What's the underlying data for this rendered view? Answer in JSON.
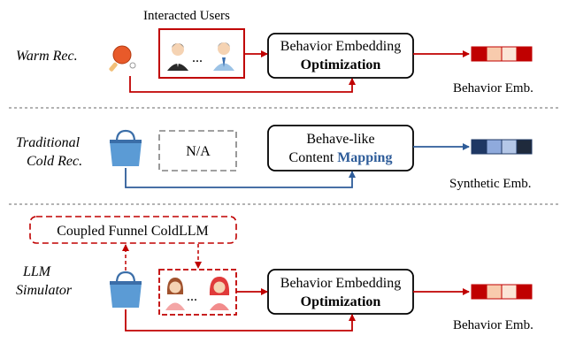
{
  "colors": {
    "red": "#c00000",
    "blue": "#2e5c99",
    "gray": "#808080",
    "black": "#000000"
  },
  "warm": {
    "title": "Warm Rec.",
    "interacted_users_label": "Interacted Users",
    "ellipsis": "...",
    "box_line1": "Behavior Embedding",
    "box_line2": "Optimization",
    "output_label": "Behavior Emb.",
    "item_icon": "ping-pong-paddle-icon",
    "user_icons": [
      "man-user-icon",
      "businessman-user-icon"
    ],
    "embedding_colors": [
      "#c00000",
      "#f8cbad",
      "#fbe5d6",
      "#c00000"
    ]
  },
  "cold": {
    "title_line1": "Traditional",
    "title_line2": "Cold Rec.",
    "na_label": "N/A",
    "box_line1": "Behave-like",
    "box_line2_plain": "Content",
    "box_line2_bold": "Mapping",
    "output_label": "Synthetic Emb.",
    "item_icon": "shopping-bag-icon",
    "embedding_colors": [
      "#1f3864",
      "#8faadc",
      "#b4c7e7",
      "#1f2a3c"
    ]
  },
  "llm": {
    "title_line1": "LLM",
    "title_line2": "Simulator",
    "coldllm_label": "Coupled Funnel ColdLLM",
    "ellipsis": "...",
    "box_line1": "Behavior Embedding",
    "box_line2": "Optimization",
    "output_label": "Behavior Emb.",
    "item_icon": "shopping-bag-icon",
    "user_icons": [
      "woman-user-icon",
      "girl-user-icon"
    ],
    "embedding_colors": [
      "#c00000",
      "#f8cbad",
      "#fbe5d6",
      "#c00000"
    ]
  }
}
